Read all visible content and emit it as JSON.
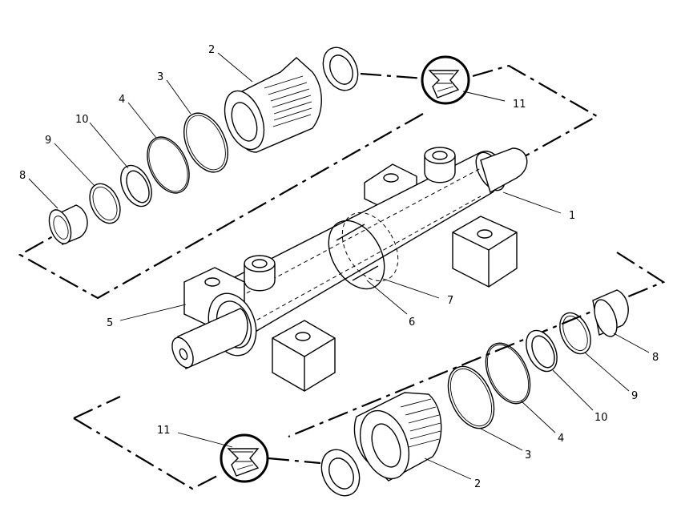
{
  "callouts": {
    "top": {
      "p2": "2",
      "p3": "3",
      "p4": "4",
      "p10": "10",
      "p9": "9",
      "p8": "8",
      "p11": "11"
    },
    "center": {
      "p1": "1",
      "p5": "5",
      "p6": "6",
      "p7": "7"
    },
    "bottom": {
      "p8": "8",
      "p9": "9",
      "p10": "10",
      "p4": "4",
      "p3": "3",
      "p2": "2",
      "p11": "11"
    }
  }
}
